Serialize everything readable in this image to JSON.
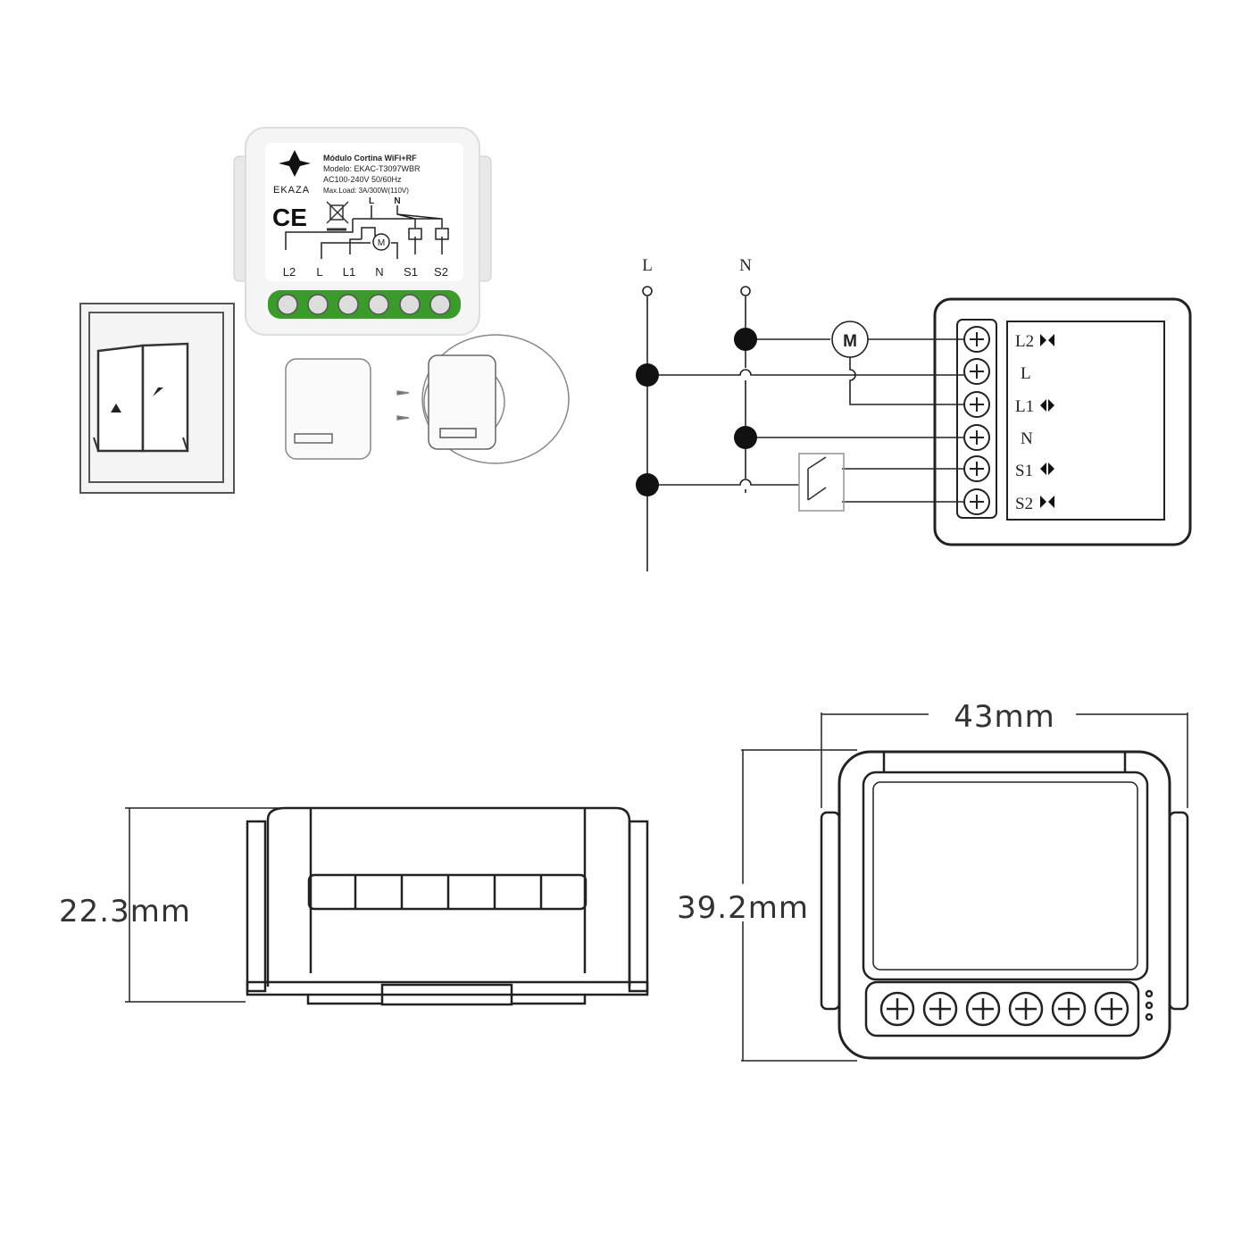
{
  "product_label": {
    "brand": "EKAZA",
    "title": "Módulo Cortina WiFi+RF",
    "model": "Modelo: EKAC-T3097WBR",
    "power": "AC100-240V 50/60Hz",
    "max_load": "Max.Load: 3A/300W(110V)",
    "ce_mark": "CE",
    "label_terminals": [
      "L2",
      "L",
      "L1",
      "N",
      "S1",
      "S2"
    ],
    "label_top_terminals": [
      "L",
      "N"
    ],
    "motor": "M"
  },
  "wiring": {
    "line_labels": [
      "L",
      "N"
    ],
    "motor": "M",
    "terminals": [
      "L2",
      "L",
      "L1",
      "N",
      "S1",
      "S2"
    ]
  },
  "dimensions": {
    "height": "22.3mm",
    "width": "43mm",
    "depth": "39.2mm"
  }
}
